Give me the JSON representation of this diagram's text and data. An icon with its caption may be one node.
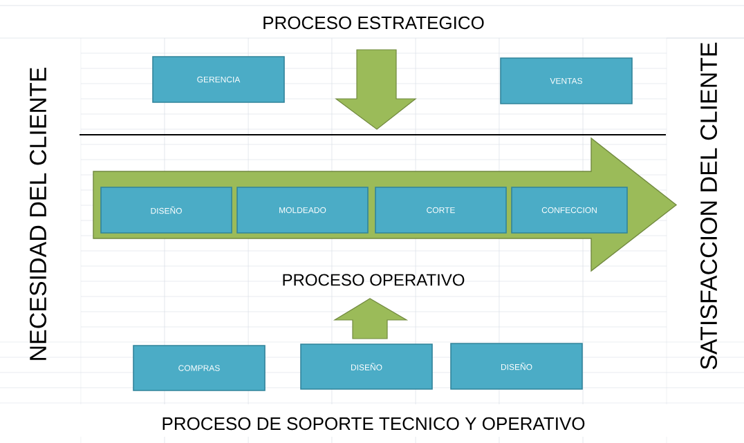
{
  "diagram": {
    "nodes": [
      {
        "text": [
          "GERENCIA"
        ]
      },
      {
        "text": [
          "VENTAS"
        ]
      },
      {
        "text": [],
        "shape": "arrow"
      },
      {
        "text": [
          "DISEÑO"
        ],
        "in": 2
      },
      {
        "text": [
          "MOLDEADO"
        ],
        "in": 2
      },
      {
        "text": [
          "CORTE"
        ],
        "in": 2
      },
      {
        "text": [
          "CONFECCION"
        ],
        "in": 2
      },
      {
        "text": [
          "COMPRAS"
        ]
      },
      {
        "text": [
          "DISEÑO"
        ]
      },
      {
        "text": [
          "DISEÑO"
        ]
      }
    ],
    "labels": [
      "PROCESO ESTRATEGICO",
      "NECESIDAD DEL CLIENTE",
      "SATISFACCION DEL CLIENTE",
      "PROCESO OPERATIVO",
      "PROCESO DE SOPORTE TECNICO Y OPERATIVO"
    ]
  }
}
